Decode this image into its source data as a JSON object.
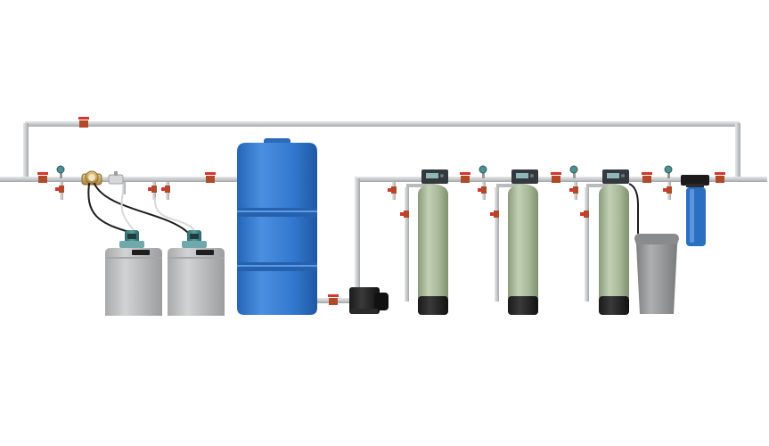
{
  "colors": {
    "background": "#ffffff",
    "pipe": "#c9cbcd",
    "pipe_edge": "#a4a7aa",
    "valve_red": "#d9342b",
    "gauge_teal": "#4f8f92",
    "tank_blue": "#2f74c9",
    "filter_green": "#a9b99a",
    "filter_base": "#1f1f1f",
    "head_dark": "#34393d",
    "brine_grey": "#9a9b9c",
    "chem_grey": "#bdbebf",
    "cartridge_blue": "#2a6fc1",
    "pump_teal": "#3f7f82"
  },
  "components": [
    {
      "name": "main-inlet-pipe",
      "icon": "pipe"
    },
    {
      "name": "bypass-pipe",
      "icon": "pipe"
    },
    {
      "name": "ball-valve",
      "icon": "valve-icon"
    },
    {
      "name": "pressure-gauge",
      "icon": "gauge-icon"
    },
    {
      "name": "water-meter",
      "icon": "meter-icon"
    },
    {
      "name": "dosing-pump",
      "icon": "pump-icon"
    },
    {
      "name": "reagent-tank",
      "icon": "tank-icon"
    },
    {
      "name": "storage-tank",
      "icon": "tank-icon"
    },
    {
      "name": "booster-pump",
      "icon": "pump-icon"
    },
    {
      "name": "filter-column",
      "icon": "filter-icon"
    },
    {
      "name": "brine-tank",
      "icon": "tank-icon"
    },
    {
      "name": "cartridge-filter",
      "icon": "filter-icon"
    }
  ]
}
